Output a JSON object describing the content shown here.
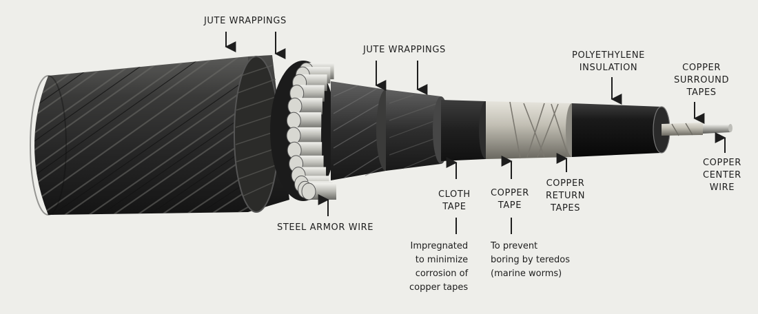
{
  "labels": {
    "jute_wrappings_outer": [
      "JUTE WRAPPINGS"
    ],
    "jute_wrappings_inner": [
      "JUTE WRAPPINGS"
    ],
    "polyethylene_insulation": [
      "POLYETHYLENE",
      "INSULATION"
    ],
    "copper_surround_tapes": [
      "COPPER",
      "SURROUND",
      "TAPES"
    ],
    "copper_center_wire": [
      "COPPER",
      "CENTER",
      "WIRE"
    ],
    "steel_armor_wire": [
      "STEEL ARMOR WIRE"
    ],
    "cloth_tape": [
      "CLOTH",
      "TAPE"
    ],
    "copper_tape": [
      "COPPER",
      "TAPE"
    ],
    "copper_return_tapes": [
      "COPPER",
      "RETURN",
      "TAPES"
    ]
  },
  "notes": {
    "cloth_tape_note": [
      "Impregnated",
      "to minimize",
      "corrosion of",
      "copper tapes"
    ],
    "copper_tape_note": [
      "To prevent",
      "boring by teredos",
      "(marine worms)"
    ]
  },
  "colors": {
    "background": "#eeeeea",
    "jacket": "#2b2b2b",
    "armor_wire": "#b9b9b4",
    "copper_tape": "#c9c6bc",
    "insulation": "#1b1b1b",
    "text": "#1d1d1d"
  }
}
